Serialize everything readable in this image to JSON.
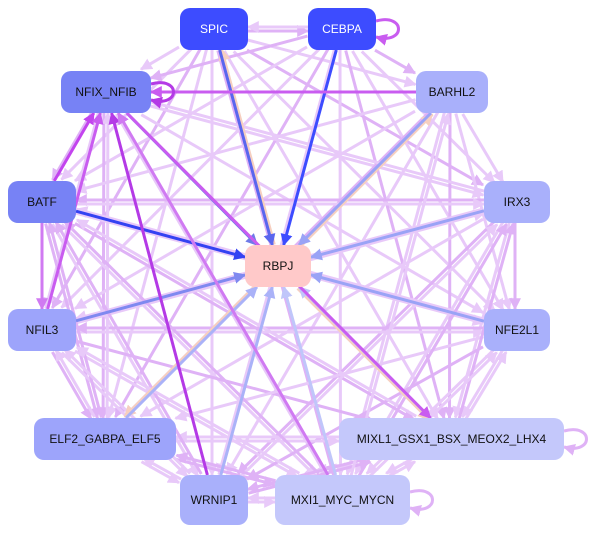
{
  "nodes": [
    {
      "id": "SPIC",
      "label": "SPIC",
      "fill": "#3d4cff",
      "text_color": "#ffffff"
    },
    {
      "id": "CEBPA",
      "label": "CEBPA",
      "fill": "#3d4cff",
      "text_color": "#ffffff"
    },
    {
      "id": "NFIX_NFIB",
      "label": "NFIX_NFIB",
      "fill": "#7782f5",
      "text_color": "#111111"
    },
    {
      "id": "BARHL2",
      "label": "BARHL2",
      "fill": "#a9b0fb",
      "text_color": "#111111"
    },
    {
      "id": "BATF",
      "label": "BATF",
      "fill": "#7782f5",
      "text_color": "#111111"
    },
    {
      "id": "IRX3",
      "label": "IRX3",
      "fill": "#a9b0fb",
      "text_color": "#111111"
    },
    {
      "id": "RBPJ",
      "label": "RBPJ",
      "fill": "#ffc9c9",
      "text_color": "#111111"
    },
    {
      "id": "NFIL3",
      "label": "NFIL3",
      "fill": "#9da4fb",
      "text_color": "#111111"
    },
    {
      "id": "NFE2L1",
      "label": "NFE2L1",
      "fill": "#a9b0fb",
      "text_color": "#111111"
    },
    {
      "id": "ELF2_GABPA_ELF5",
      "label": "ELF2_GABPA_ELF5",
      "fill": "#9da4fb",
      "text_color": "#111111"
    },
    {
      "id": "MIXL1",
      "label": "MIXL1_GSX1_BSX_MEOX2_LHX4",
      "fill": "#c4c8fb",
      "text_color": "#111111"
    },
    {
      "id": "WRNIP1",
      "label": "WRNIP1",
      "fill": "#a9b0fb",
      "text_color": "#111111"
    },
    {
      "id": "MXI1",
      "label": "MXI1_MYC_MYCN",
      "fill": "#c4c8fb",
      "text_color": "#111111"
    }
  ],
  "edges_strong": [
    {
      "from": "SPIC",
      "to": "RBPJ",
      "color": "#5a66ee"
    },
    {
      "from": "CEBPA",
      "to": "RBPJ",
      "color": "#3d4cff"
    },
    {
      "from": "BATF",
      "to": "RBPJ",
      "color": "#3442f2"
    },
    {
      "from": "NFIX_NFIB",
      "to": "RBPJ",
      "color": "#6f7ae8"
    },
    {
      "from": "BARHL2",
      "to": "RBPJ",
      "color": "#9aa3f6"
    },
    {
      "from": "IRX3",
      "to": "RBPJ",
      "color": "#9aa3f6"
    },
    {
      "from": "NFIL3",
      "to": "RBPJ",
      "color": "#7f89f0"
    },
    {
      "from": "NFE2L1",
      "to": "RBPJ",
      "color": "#9aa3f6"
    },
    {
      "from": "ELF2_GABPA_ELF5",
      "to": "RBPJ",
      "color": "#aab2f8"
    },
    {
      "from": "WRNIP1",
      "to": "RBPJ",
      "color": "#aab2f8"
    },
    {
      "from": "MXI1",
      "to": "RBPJ",
      "color": "#c0c6fa"
    },
    {
      "from": "MIXL1",
      "to": "RBPJ",
      "color": "#c0c6fa"
    },
    {
      "from": "BATF",
      "to": "NFIX_NFIB",
      "color": "#c344ee"
    },
    {
      "from": "BARHL2",
      "to": "NFIX_NFIB",
      "color": "#c95cf0"
    },
    {
      "from": "WRNIP1",
      "to": "NFIX_NFIB",
      "color": "#b43ae6"
    },
    {
      "from": "NFIL3",
      "to": "NFIX_NFIB",
      "color": "#c95cf0"
    },
    {
      "from": "BATF",
      "to": "NFIL3",
      "color": "#d07af2"
    },
    {
      "from": "NFIX_NFIB",
      "to": "MIXL1",
      "color": "#c95cf0"
    },
    {
      "from": "MXI1",
      "to": "NFIX_NFIB",
      "color": "#d07af2"
    }
  ],
  "edges_salmon": [
    {
      "from": "RBPJ",
      "to": "SPIC",
      "color": "#f6cfc0"
    },
    {
      "from": "RBPJ",
      "to": "BARHL2",
      "color": "#f6cfc0"
    },
    {
      "from": "RBPJ",
      "to": "ELF2_GABPA_ELF5",
      "color": "#f6cfc0"
    },
    {
      "from": "RBPJ",
      "to": "MIXL1",
      "color": "#f6cfc0"
    }
  ],
  "edges_background": [
    {
      "from": "SPIC",
      "to": "CEBPA"
    },
    {
      "from": "CEBPA",
      "to": "SPIC"
    },
    {
      "from": "SPIC",
      "to": "BARHL2"
    },
    {
      "from": "SPIC",
      "to": "IRX3"
    },
    {
      "from": "SPIC",
      "to": "NFE2L1"
    },
    {
      "from": "SPIC",
      "to": "MIXL1"
    },
    {
      "from": "SPIC",
      "to": "MXI1"
    },
    {
      "from": "SPIC",
      "to": "WRNIP1"
    },
    {
      "from": "SPIC",
      "to": "ELF2_GABPA_ELF5"
    },
    {
      "from": "SPIC",
      "to": "NFIL3"
    },
    {
      "from": "SPIC",
      "to": "BATF"
    },
    {
      "from": "SPIC",
      "to": "NFIX_NFIB"
    },
    {
      "from": "CEBPA",
      "to": "NFIX_NFIB"
    },
    {
      "from": "CEBPA",
      "to": "BATF"
    },
    {
      "from": "CEBPA",
      "to": "NFIL3"
    },
    {
      "from": "CEBPA",
      "to": "ELF2_GABPA_ELF5"
    },
    {
      "from": "CEBPA",
      "to": "WRNIP1"
    },
    {
      "from": "CEBPA",
      "to": "MXI1"
    },
    {
      "from": "CEBPA",
      "to": "MIXL1"
    },
    {
      "from": "CEBPA",
      "to": "NFE2L1"
    },
    {
      "from": "CEBPA",
      "to": "IRX3"
    },
    {
      "from": "CEBPA",
      "to": "BARHL2"
    },
    {
      "from": "NFIX_NFIB",
      "to": "IRX3"
    },
    {
      "from": "NFIX_NFIB",
      "to": "NFE2L1"
    },
    {
      "from": "NFIX_NFIB",
      "to": "ELF2_GABPA_ELF5"
    },
    {
      "from": "NFIX_NFIB",
      "to": "MXI1"
    },
    {
      "from": "NFIX_NFIB",
      "to": "NFIL3"
    },
    {
      "from": "NFIX_NFIB",
      "to": "BATF"
    },
    {
      "from": "BARHL2",
      "to": "BATF"
    },
    {
      "from": "BARHL2",
      "to": "NFIL3"
    },
    {
      "from": "BARHL2",
      "to": "ELF2_GABPA_ELF5"
    },
    {
      "from": "BARHL2",
      "to": "WRNIP1"
    },
    {
      "from": "BARHL2",
      "to": "MXI1"
    },
    {
      "from": "BARHL2",
      "to": "MIXL1"
    },
    {
      "from": "BARHL2",
      "to": "NFE2L1"
    },
    {
      "from": "BARHL2",
      "to": "IRX3"
    },
    {
      "from": "IRX3",
      "to": "BATF"
    },
    {
      "from": "IRX3",
      "to": "NFIL3"
    },
    {
      "from": "IRX3",
      "to": "ELF2_GABPA_ELF5"
    },
    {
      "from": "IRX3",
      "to": "WRNIP1"
    },
    {
      "from": "IRX3",
      "to": "MXI1"
    },
    {
      "from": "IRX3",
      "to": "MIXL1"
    },
    {
      "from": "IRX3",
      "to": "NFE2L1"
    },
    {
      "from": "IRX3",
      "to": "NFIX_NFIB"
    },
    {
      "from": "BATF",
      "to": "NFE2L1"
    },
    {
      "from": "BATF",
      "to": "ELF2_GABPA_ELF5"
    },
    {
      "from": "BATF",
      "to": "WRNIP1"
    },
    {
      "from": "BATF",
      "to": "MXI1"
    },
    {
      "from": "BATF",
      "to": "MIXL1"
    },
    {
      "from": "BATF",
      "to": "IRX3"
    },
    {
      "from": "NFIL3",
      "to": "NFE2L1"
    },
    {
      "from": "NFIL3",
      "to": "ELF2_GABPA_ELF5"
    },
    {
      "from": "NFIL3",
      "to": "WRNIP1"
    },
    {
      "from": "NFIL3",
      "to": "MXI1"
    },
    {
      "from": "NFIL3",
      "to": "MIXL1"
    },
    {
      "from": "NFIL3",
      "to": "IRX3"
    },
    {
      "from": "NFE2L1",
      "to": "ELF2_GABPA_ELF5"
    },
    {
      "from": "NFE2L1",
      "to": "WRNIP1"
    },
    {
      "from": "NFE2L1",
      "to": "MXI1"
    },
    {
      "from": "NFE2L1",
      "to": "MIXL1"
    },
    {
      "from": "NFE2L1",
      "to": "NFIL3"
    },
    {
      "from": "NFE2L1",
      "to": "BATF"
    },
    {
      "from": "ELF2_GABPA_ELF5",
      "to": "WRNIP1"
    },
    {
      "from": "ELF2_GABPA_ELF5",
      "to": "MXI1"
    },
    {
      "from": "ELF2_GABPA_ELF5",
      "to": "MIXL1"
    },
    {
      "from": "ELF2_GABPA_ELF5",
      "to": "NFIL3"
    },
    {
      "from": "ELF2_GABPA_ELF5",
      "to": "BATF"
    },
    {
      "from": "ELF2_GABPA_ELF5",
      "to": "NFIX_NFIB"
    },
    {
      "from": "MIXL1",
      "to": "ELF2_GABPA_ELF5"
    },
    {
      "from": "MIXL1",
      "to": "WRNIP1"
    },
    {
      "from": "MIXL1",
      "to": "MXI1"
    },
    {
      "from": "MIXL1",
      "to": "NFE2L1"
    },
    {
      "from": "MIXL1",
      "to": "IRX3"
    },
    {
      "from": "MIXL1",
      "to": "BATF"
    },
    {
      "from": "WRNIP1",
      "to": "MXI1"
    },
    {
      "from": "WRNIP1",
      "to": "MIXL1"
    },
    {
      "from": "WRNIP1",
      "to": "ELF2_GABPA_ELF5"
    },
    {
      "from": "WRNIP1",
      "to": "NFIL3"
    },
    {
      "from": "WRNIP1",
      "to": "BATF"
    },
    {
      "from": "WRNIP1",
      "to": "IRX3"
    },
    {
      "from": "MXI1",
      "to": "WRNIP1"
    },
    {
      "from": "MXI1",
      "to": "ELF2_GABPA_ELF5"
    },
    {
      "from": "MXI1",
      "to": "MIXL1"
    },
    {
      "from": "MXI1",
      "to": "NFE2L1"
    },
    {
      "from": "MXI1",
      "to": "IRX3"
    },
    {
      "from": "MXI1",
      "to": "BARHL2"
    },
    {
      "from": "MXI1",
      "to": "NFIL3"
    },
    {
      "from": "MXI1",
      "to": "BATF"
    }
  ],
  "self_loops": [
    "CEBPA",
    "NFIX_NFIB",
    "MIXL1",
    "MXI1"
  ],
  "colors": {
    "background_edge": "#e8c9f9",
    "background_edge_dark": "#dfb2f6"
  }
}
